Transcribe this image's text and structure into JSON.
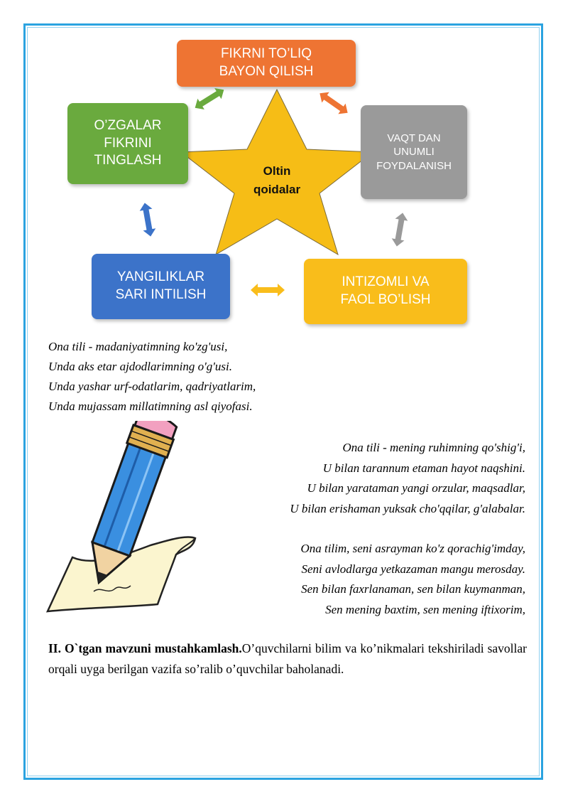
{
  "diagram": {
    "center": {
      "line1": "Oltin",
      "line2": "qoidalar"
    },
    "boxes": {
      "top": {
        "line1": "FIKRNI TO’LIQ",
        "line2": "BAYON QILISH"
      },
      "left": {
        "line1": "O’ZGALAR",
        "line2": "FIKRINI",
        "line3": "TINGLASH"
      },
      "right": {
        "line1": "VAQT DAN",
        "line2": "UNUMLI",
        "line3": "FOYDALANISH"
      },
      "bottom_left": {
        "line1": "YANGILIKLAR",
        "line2": "SARI INTILISH"
      },
      "bottom_right": {
        "line1": "INTIZOMLI VA",
        "line2": "FAOL BO’LISH"
      }
    },
    "colors": {
      "top": "#ee7433",
      "left": "#6aaa3e",
      "right": "#9a9a9a",
      "bottom_left": "#3c73c9",
      "bottom_right": "#f9bd1b",
      "star": "#f6bd16"
    }
  },
  "poem1": [
    "Ona tili - madaniyatimning ko'zg'usi,",
    "Unda aks etar ajdodlarimning o'g'usi.",
    "Unda yashar urf-odatlarim, qadriyatlarim,",
    "Unda mujassam millatimning asl qiyofasi."
  ],
  "poem2": [
    "Ona tili - mening ruhimning qo'shig'i,",
    "U bilan tarannum etaman hayot naqshini.",
    "U bilan yarataman yangi orzular, maqsadlar,",
    "U bilan erishaman yuksak cho'qqilar, g'alabalar."
  ],
  "poem3": [
    "Ona tilim, seni asrayman ko'z qorachig'imday,",
    "Seni avlodlarga yetkazaman mangu merosday.",
    "Sen bilan faxrlanaman, sen bilan kuymanman,",
    "Sen mening baxtim, sen mening iftixorim,"
  ],
  "section": {
    "heading": "II. O`tgan mavzuni mustahkamlash.",
    "text": "O’quvchilarni bilim va ko’nikmalari tekshiriladi savollar orqali uyga berilgan vazifa so’ralib o’quvchilar baholanadi."
  }
}
